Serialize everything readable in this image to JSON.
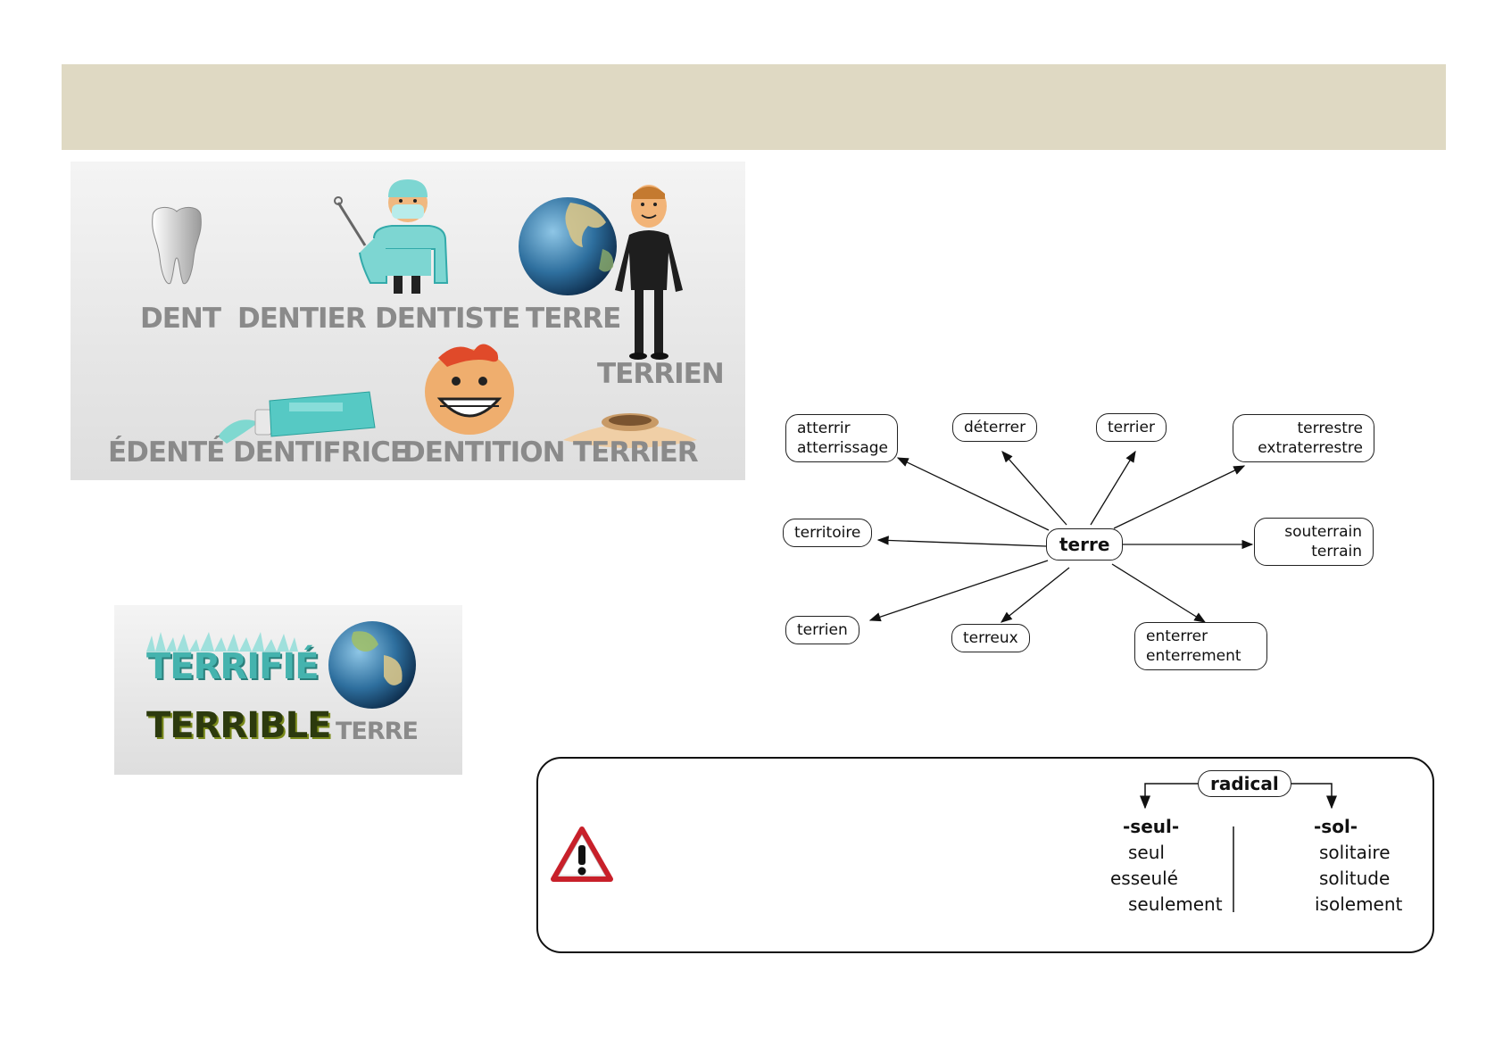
{
  "panel1": {
    "words": [
      "DENT",
      "DENTIER",
      "DENTISTE",
      "TERRE",
      "TERRIEN",
      "ÉDENTÉ",
      "DENTIFRICE",
      "DENTITION",
      "TERRIER"
    ]
  },
  "panel2": {
    "words": [
      "TERRIFIÉ",
      "TERRIBLE",
      "TERRE"
    ]
  },
  "word_map": {
    "center": "terre",
    "nodes": {
      "atterrir": [
        "atterrir",
        "atterrissage"
      ],
      "deterrer": [
        "déterrer"
      ],
      "terrier": [
        "terrier"
      ],
      "terrestre": [
        "terrestre",
        "extraterrestre"
      ],
      "territoire": [
        "territoire"
      ],
      "souterrain": [
        "souterrain",
        "terrain"
      ],
      "terrien": [
        "terrien"
      ],
      "terreux": [
        "terreux"
      ],
      "enterrer": [
        "enterrer",
        "enterrement"
      ]
    }
  },
  "warning": {
    "root_label": "radical",
    "left": {
      "head": "-seul-",
      "items": [
        "seul",
        "esseulé",
        "seulement"
      ]
    },
    "right": {
      "head": "-sol-",
      "items": [
        "solitaire",
        "solitude",
        "isolement"
      ]
    }
  },
  "colors": {
    "banner": "#dfd9c3",
    "teal": "#4fc3bf",
    "warning_red": "#c8202a"
  }
}
